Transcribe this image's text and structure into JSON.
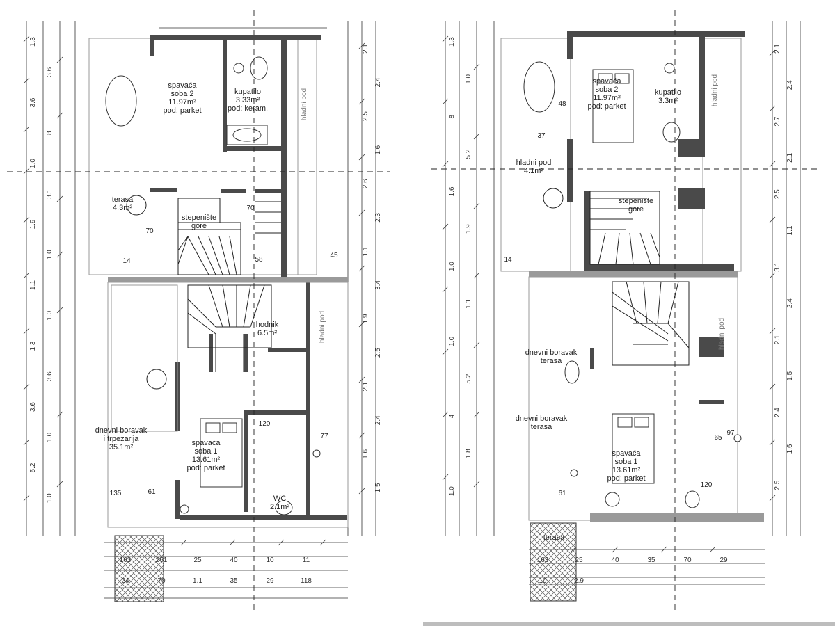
{
  "plans": [
    {
      "id": "left",
      "rooms": [
        {
          "lines": [
            "spavaća",
            "soba 2",
            "11.97m²",
            "pod: parket"
          ]
        },
        {
          "lines": [
            "kupatilo",
            "3.33m²",
            "pod: keram."
          ]
        },
        {
          "lines": [
            "terasa",
            "4.3m²"
          ]
        },
        {
          "lines": [
            "stepenište",
            "gore"
          ]
        },
        {
          "lines": [
            "dnevni boravak",
            "i trpezarija",
            "35.1m²"
          ]
        },
        {
          "lines": [
            "spavaća",
            "soba 1",
            "13.61m²",
            "pod: parket"
          ]
        },
        {
          "lines": [
            "hodnik",
            "6.5m²"
          ]
        },
        {
          "lines": [
            "WC",
            "2.1m²"
          ]
        }
      ],
      "side_labels": [
        "hladni pod",
        "hladni pod"
      ],
      "dims_left": [
        "1.3",
        "3.6",
        "3.6",
        "8",
        "1.0",
        "3.1",
        "1.9",
        "1.0",
        "1.1",
        "1.0",
        "1.3",
        "3.6",
        "3.6",
        "1.0",
        "5.2",
        "1.0"
      ],
      "dims_right": [
        "2.1",
        "2.4",
        "2.5",
        "1.6",
        "2.6",
        "2.3",
        "1.1",
        "3.4",
        "1.9",
        "2.5",
        "2.1",
        "2.4",
        "1.6",
        "1.5"
      ],
      "dims_bottom": [
        "163",
        "261",
        "25",
        "40",
        "10",
        "11",
        "24",
        "70",
        "1.1",
        "35",
        "29",
        "118"
      ],
      "misc_numbers": [
        "70",
        "70",
        "14",
        "58",
        "61",
        "135",
        "45",
        "120",
        "77"
      ]
    },
    {
      "id": "right",
      "rooms": [
        {
          "lines": [
            "spavaća",
            "soba 2",
            "11.97m²",
            "pod: parket"
          ]
        },
        {
          "lines": [
            "kupatilo",
            "3.3m²"
          ]
        },
        {
          "lines": [
            "hladni pod",
            "4.1m²"
          ]
        },
        {
          "lines": [
            "dnevni boravak",
            "terasa"
          ]
        },
        {
          "lines": [
            "stepenište",
            "gore"
          ]
        },
        {
          "lines": [
            "dnevni boravak",
            "terasa"
          ]
        },
        {
          "lines": [
            "spavaća",
            "soba 1",
            "13.61m²",
            "pod: parket"
          ]
        },
        {
          "lines": [
            "terasa"
          ]
        }
      ],
      "side_labels": [
        "hladni pod",
        "hladni pod"
      ],
      "dims_left": [
        "1.3",
        "1.0",
        "8",
        "5.2",
        "1.6",
        "1.9",
        "1.0",
        "1.1",
        "1.0",
        "5.2",
        "4",
        "1.8",
        "1.0"
      ],
      "dims_right": [
        "2.1",
        "2.4",
        "2.7",
        "2.1",
        "2.5",
        "1.1",
        "3.1",
        "2.4",
        "2.1",
        "1.5",
        "2.4",
        "1.6",
        "2.5"
      ],
      "dims_bottom": [
        "163",
        "25",
        "40",
        "35",
        "70",
        "29",
        "10",
        "2.9"
      ],
      "misc_numbers": [
        "48",
        "37",
        "14",
        "61",
        "65",
        "120",
        "97"
      ]
    }
  ]
}
